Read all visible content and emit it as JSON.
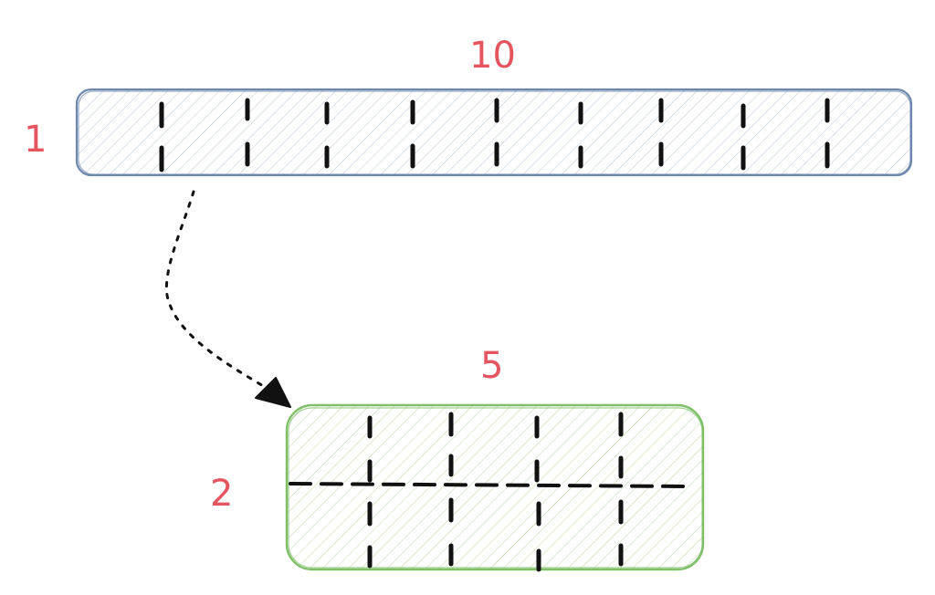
{
  "top_block": {
    "width_label": "10",
    "height_label": "1",
    "fill_color": "#dbe4f0",
    "stroke_color": "#6d87ad",
    "columns": 10
  },
  "bottom_block": {
    "width_label": "5",
    "height_label": "2",
    "fill_color": "#e6f0d8",
    "stroke_color": "#7fbf68",
    "columns": 5,
    "rows": 2
  },
  "label_color": "#e5555f"
}
